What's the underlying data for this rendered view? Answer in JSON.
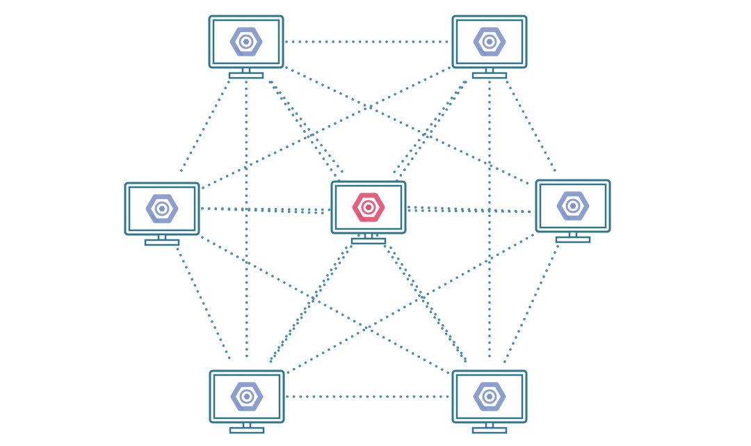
{
  "diagram": {
    "type": "mesh-network",
    "colors": {
      "line": "#4a8bac",
      "monitor": "#2e7592",
      "node_icon": "#7f95c8",
      "center_icon": "#e0506e",
      "background": "#ffffff"
    },
    "nodes": [
      {
        "id": "top-left",
        "icon": "hexagon-node-icon",
        "highlight": false
      },
      {
        "id": "top-right",
        "icon": "hexagon-node-icon",
        "highlight": false
      },
      {
        "id": "mid-left",
        "icon": "hexagon-node-icon",
        "highlight": false
      },
      {
        "id": "center",
        "icon": "hexagon-node-icon",
        "highlight": true
      },
      {
        "id": "mid-right",
        "icon": "hexagon-node-icon",
        "highlight": false
      },
      {
        "id": "bottom-left",
        "icon": "hexagon-node-icon",
        "highlight": false
      },
      {
        "id": "bottom-right",
        "icon": "hexagon-node-icon",
        "highlight": false
      }
    ],
    "edges": [
      [
        "top-left",
        "top-right"
      ],
      [
        "top-left",
        "mid-left"
      ],
      [
        "top-left",
        "bottom-left"
      ],
      [
        "top-left",
        "mid-right"
      ],
      [
        "top-left",
        "center"
      ],
      [
        "top-right",
        "mid-left"
      ],
      [
        "top-right",
        "bottom-right"
      ],
      [
        "top-right",
        "mid-right"
      ],
      [
        "top-right",
        "center"
      ],
      [
        "mid-left",
        "center"
      ],
      [
        "mid-left",
        "mid-right"
      ],
      [
        "mid-left",
        "bottom-left"
      ],
      [
        "mid-left",
        "bottom-right"
      ],
      [
        "center",
        "mid-right"
      ],
      [
        "center",
        "bottom-left"
      ],
      [
        "center",
        "bottom-right"
      ],
      [
        "mid-right",
        "bottom-left"
      ],
      [
        "mid-right",
        "bottom-right"
      ],
      [
        "bottom-left",
        "bottom-right"
      ],
      [
        "top-left",
        "bottom-right"
      ],
      [
        "top-right",
        "bottom-left"
      ]
    ]
  }
}
